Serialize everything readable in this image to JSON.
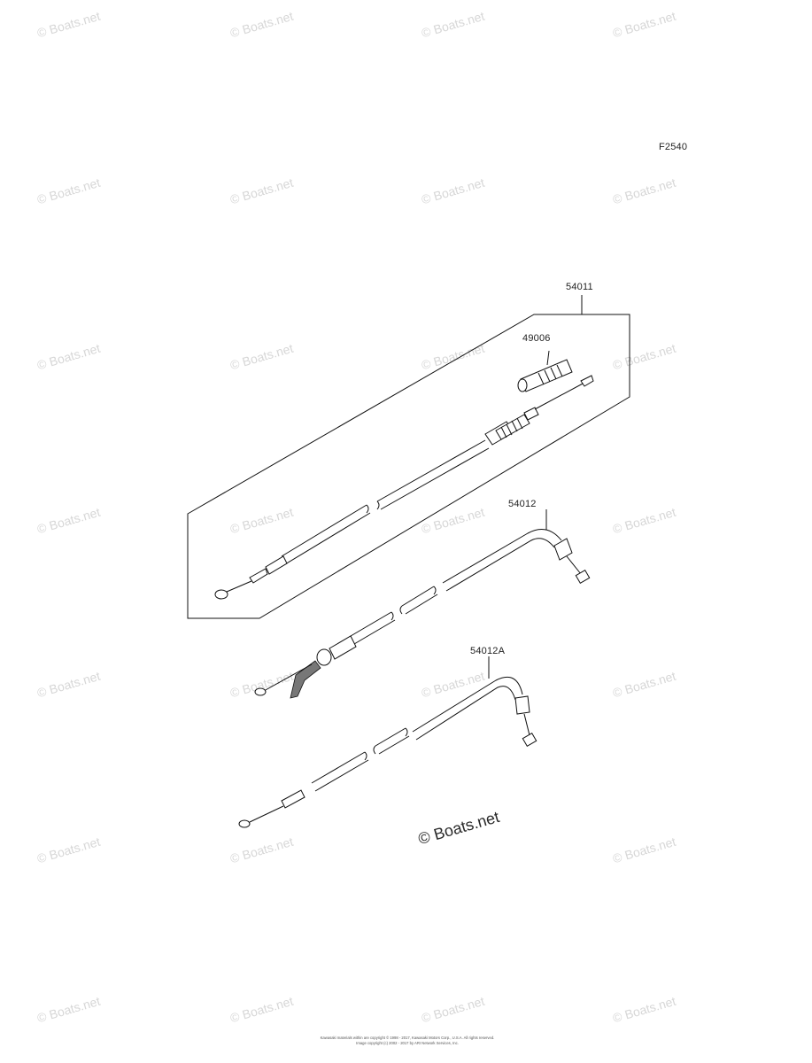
{
  "figure_code": "F2540",
  "parts": [
    {
      "id": "54011"
    },
    {
      "id": "49006"
    },
    {
      "id": "54012"
    },
    {
      "id": "54012A"
    }
  ],
  "center_watermark": "© Boats.net",
  "watermark_text": "© Boats.net",
  "footer": {
    "line1": "Kawasaki materials within are copyright © 1998 - 2017, Kawasaki Motors Corp., U.S.A. All rights reserved.",
    "line2": "Image copyright (c) 2002 - 2017 by ARI Network Services, Inc."
  }
}
